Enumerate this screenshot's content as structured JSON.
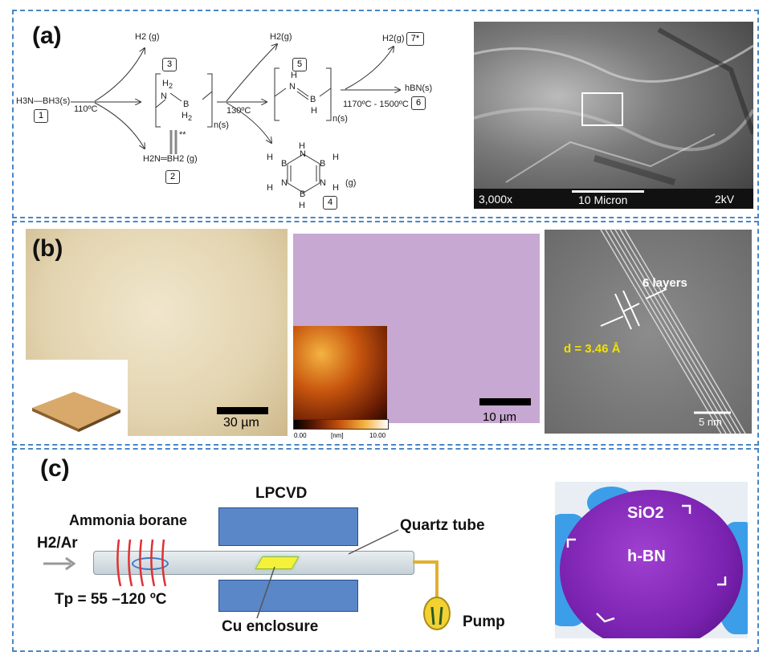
{
  "panel_a": {
    "label": "(a)",
    "scheme": {
      "reactant": "H3N—BH3(s)",
      "reactant_num": "1",
      "cond1": "110ºC",
      "h2_1": "H2 (g)",
      "h2_1_num": "3",
      "poly1_n": "n(s)",
      "cond2": "130ºC",
      "h2_2": "H2(g)",
      "h2_2_num": "5",
      "poly2_n": "n(s)",
      "cond3": "1170ºC - 1500ºC",
      "h2_3": "H2(g)",
      "h2_3_num": "7*",
      "product": "hBN(s)",
      "product_num": "6",
      "aminoborane": "H2N═BH2 (g)",
      "aminoborane_num": "2",
      "borazine_num": "4",
      "borazine_g": "(g)",
      "equilibrium_mark": "**"
    },
    "sem": {
      "magnification": "3,000x",
      "scale": "10 Micron",
      "voltage": "2kV"
    }
  },
  "panel_b": {
    "label": "(b)",
    "optical_scale": "30 µm",
    "afm_scale": "10 µm",
    "afm_colorbar": {
      "min": "0.00",
      "unit": "[nm]",
      "max": "10.00"
    },
    "tem_layers": "6 layers",
    "tem_spacing": "d = 3.46 Å",
    "tem_scale": "5 nm"
  },
  "panel_c": {
    "label": "(c)",
    "furnace": "LPCVD",
    "precursor": "Ammonia borane",
    "gas": "H2/Ar",
    "tube": "Quartz tube",
    "temp": "Tp = 55 –120 ºC",
    "enclosure": "Cu enclosure",
    "pump": "Pump",
    "wafer_sio2": "SiO2",
    "wafer_hbn": "h-BN"
  },
  "colors": {
    "border": "#4a86c5",
    "afm_bg": "#c6a8d2",
    "wafer": "#8a2ab8",
    "glove": "#3c9ee8",
    "yellow_label": "#f2e000"
  }
}
